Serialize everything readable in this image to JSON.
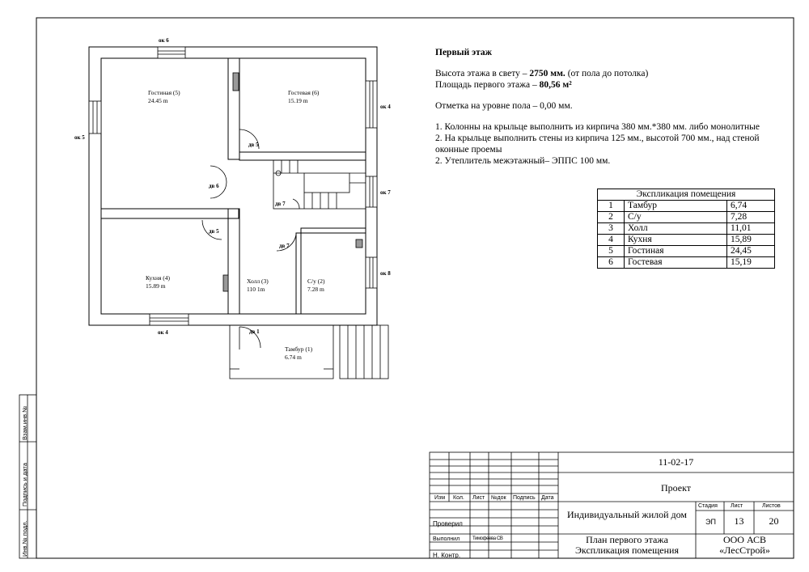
{
  "plan": {
    "windows": {
      "top": "ок 6",
      "left": "ок 5",
      "bottom": "ок 4",
      "right_top": "ок 4",
      "right_mid": "ок 7",
      "right_bottom": "ок 8"
    },
    "doors": {
      "dv5_top": "дв 5",
      "dv6": "дв 6",
      "dv7_top": "дв 7",
      "dv5_mid": "дв 5",
      "dv7_mid": "дв 7",
      "dv1": "дв 1"
    },
    "rooms": [
      {
        "name": "Гостиная (5)",
        "area": "24.45 m"
      },
      {
        "name": "Гостевая (6)",
        "area": "15.19 m"
      },
      {
        "name": "Кухня (4)",
        "area": "15.89 m"
      },
      {
        "name": "Холл (3)",
        "area": "110 1m"
      },
      {
        "name": "С/у (2)",
        "area": "7.28 m"
      },
      {
        "name": "Тамбур (1)",
        "area": "6.74 m"
      }
    ]
  },
  "notes": {
    "title": "Первый этаж",
    "height_prefix": "Высота этажа в свету – ",
    "height_value": "2750 мм.",
    "height_suffix": " (от пола до потолка)",
    "area_prefix": "Площадь первого этажа – ",
    "area_value": "80,56 м²",
    "mark": "Отметка на уровне пола – 0,00 мм.",
    "items": [
      "1. Колонны на крыльце выполнить из кирпича 380 мм.*380 мм. либо монолитные",
      "2. На крыльце выполнить стены из кирпича 125 мм., высотой 700 мм., над стеной оконные проемы",
      "2. Утеплитель межэтажный– ЭППС 100 мм."
    ]
  },
  "explication": {
    "title": "Экспликация помещения",
    "rows": [
      {
        "n": "1",
        "name": "Тамбур",
        "area": "6,74"
      },
      {
        "n": "2",
        "name": "С/у",
        "area": "7,28"
      },
      {
        "n": "3",
        "name": "Холл",
        "area": "11,01"
      },
      {
        "n": "4",
        "name": "Кухня",
        "area": "15,89"
      },
      {
        "n": "5",
        "name": "Гостиная",
        "area": "24,45"
      },
      {
        "n": "6",
        "name": "Гостевая",
        "area": "15,19"
      }
    ]
  },
  "stamp": {
    "code": "11-02-17",
    "stage_label": "Проект",
    "house": "Индивидуальный жилой дом",
    "stage_h": "Стадия",
    "sheet_h": "Лист",
    "sheets_h": "Листов",
    "stage": "ЭП",
    "sheet": "13",
    "sheets": "20",
    "sheet_title_1": "План первого этажа",
    "sheet_title_2": "Экспликация помещения",
    "org_1": "ООО АСВ",
    "org_2": "«ЛесСтрой»",
    "col_izm": "Изм",
    "col_kol": "Кол.",
    "col_list": "Лист",
    "col_ndok": "№док",
    "col_podp": "Подпись",
    "col_data": "Дата",
    "checked": "Проверил",
    "made": "Выполнил",
    "made_name": "Тимофеева СВ",
    "nkontr": "Н. Контр."
  },
  "side": {
    "vzam": "Взам.инв.№",
    "podp": "Подпись и дата",
    "inv": "Инв.№ подл."
  }
}
